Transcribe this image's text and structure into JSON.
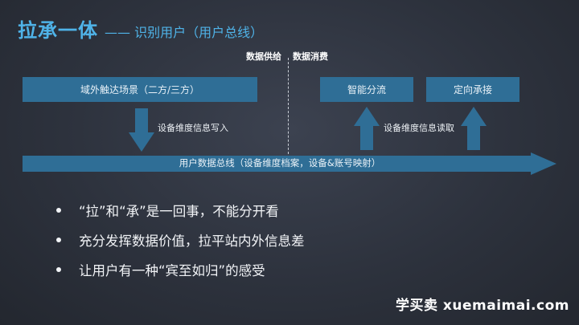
{
  "title": {
    "main": "拉承一体",
    "sub": "—— 识别用户（用户总线）"
  },
  "divider": {
    "left": "数据供给",
    "right": "数据消费"
  },
  "boxes": {
    "source": "域外触达场景（二方/三方）",
    "consumer1": "智能分流",
    "consumer2": "定向承接"
  },
  "arrows": {
    "write": "设备维度信息写入",
    "read": "设备维度信息读取"
  },
  "bus": {
    "label": "用户数据总线（设备维度档案，设备&账号映射）"
  },
  "bullets": [
    "“拉”和“承”是一回事，不能分开看",
    "充分发挥数据价值，拉平站内外信息差",
    "让用户有一种“宾至如归”的感受"
  ],
  "watermark": "学买卖 xuemaimai.com",
  "colors": {
    "accent": "#4fb3e8",
    "box": "#2f6e96",
    "background": "#2d323d"
  }
}
